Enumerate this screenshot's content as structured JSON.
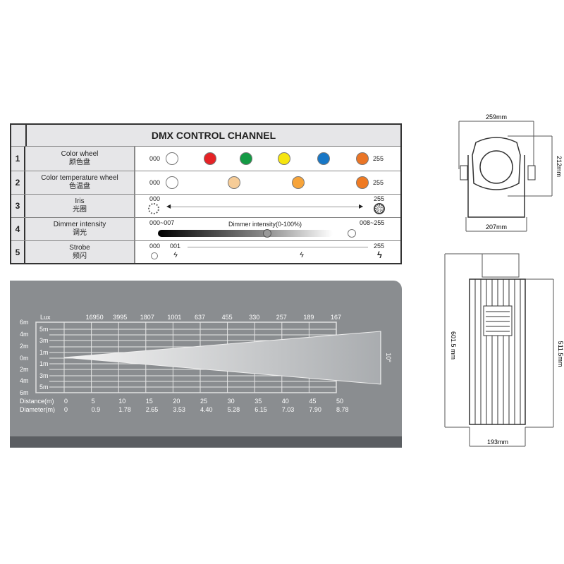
{
  "dmx_table": {
    "title": "DMX CONTROL CHANNEL",
    "rows": [
      {
        "num": "1",
        "label": "Color wheel",
        "label_cn": "颜色盘",
        "start": "000",
        "end": "255",
        "colors": [
          "#ffffff",
          "#e52226",
          "#139a44",
          "#f6e50f",
          "#1877c6",
          "#ea7526"
        ]
      },
      {
        "num": "2",
        "label": "Color temperature wheel",
        "label_cn": "色温盘",
        "start": "000",
        "end": "255",
        "colors": [
          "#ffffff",
          "#f6cc97",
          "#f7a43a",
          "#ef7a22"
        ]
      },
      {
        "num": "3",
        "label": "Iris",
        "label_cn": "光圈",
        "start": "000",
        "end": "255"
      },
      {
        "num": "4",
        "label": "Dimmer intensity",
        "label_cn": "调光",
        "start": "000~007",
        "middle": "Dimmer intensity(0-100%)",
        "end": "008~255"
      },
      {
        "num": "5",
        "label": "Strobe",
        "label_cn": "频闪",
        "start": "000",
        "second": "001",
        "end": "255"
      }
    ]
  },
  "beam_chart": {
    "lux_label": "Lux",
    "lux": [
      "16950",
      "3995",
      "1807",
      "1001",
      "637",
      "455",
      "330",
      "257",
      "189",
      "167"
    ],
    "left_axis": [
      "6m",
      "4m",
      "2m",
      "0m",
      "2m",
      "4m",
      "6m"
    ],
    "inner_axis": [
      "5m",
      "3m",
      "1m",
      "1m",
      "3m",
      "5m"
    ],
    "distance_label": "Distance(m)",
    "distance": [
      "0",
      "5",
      "10",
      "15",
      "20",
      "25",
      "30",
      "35",
      "40",
      "45",
      "50"
    ],
    "diameter_label": "Diameter(m)",
    "diameter": [
      "0",
      "0.9",
      "1.78",
      "2.65",
      "3.53",
      "4.40",
      "5.28",
      "6.15",
      "7.03",
      "7.90",
      "8.78"
    ],
    "beam_angle": "10°"
  },
  "dimensions": {
    "front_width": "259mm",
    "front_height": "212mm",
    "base_width": "207mm",
    "side_total": "601.5 mm",
    "side_body": "511.5mm",
    "side_width": "193mm"
  }
}
